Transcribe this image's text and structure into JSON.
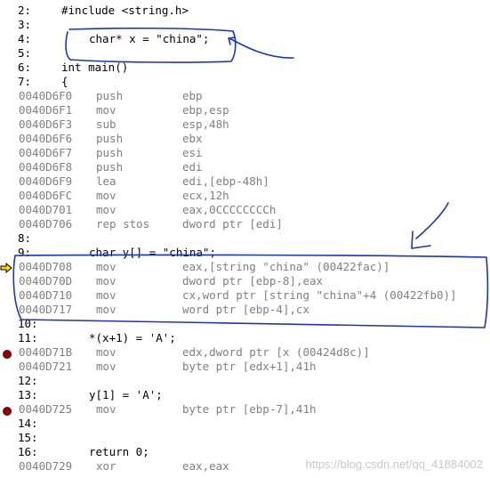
{
  "lines": [
    {
      "kind": "src",
      "num": "2:",
      "code": "#include <string.h>",
      "indent": 1
    },
    {
      "kind": "src",
      "num": "3:",
      "code": "",
      "indent": 1
    },
    {
      "kind": "src",
      "num": "4:",
      "code": "char* x = \"china\";",
      "indent": 2
    },
    {
      "kind": "src",
      "num": "5:",
      "code": "",
      "indent": 1
    },
    {
      "kind": "src",
      "num": "6:",
      "code": "int main()",
      "indent": 1
    },
    {
      "kind": "src",
      "num": "7:",
      "code": "{",
      "indent": 1
    },
    {
      "kind": "asm",
      "addr": "0040D6F0",
      "op": "push",
      "args": "ebp"
    },
    {
      "kind": "asm",
      "addr": "0040D6F1",
      "op": "mov",
      "args": "ebp,esp"
    },
    {
      "kind": "asm",
      "addr": "0040D6F3",
      "op": "sub",
      "args": "esp,48h"
    },
    {
      "kind": "asm",
      "addr": "0040D6F6",
      "op": "push",
      "args": "ebx"
    },
    {
      "kind": "asm",
      "addr": "0040D6F7",
      "op": "push",
      "args": "esi"
    },
    {
      "kind": "asm",
      "addr": "0040D6F8",
      "op": "push",
      "args": "edi"
    },
    {
      "kind": "asm",
      "addr": "0040D6F9",
      "op": "lea",
      "args": "edi,[ebp-48h]"
    },
    {
      "kind": "asm",
      "addr": "0040D6FC",
      "op": "mov",
      "args": "ecx,12h"
    },
    {
      "kind": "asm",
      "addr": "0040D701",
      "op": "mov",
      "args": "eax,0CCCCCCCCh"
    },
    {
      "kind": "asm",
      "addr": "0040D706",
      "op": "rep stos",
      "args": "dword ptr [edi]"
    },
    {
      "kind": "src",
      "num": "8:",
      "code": "",
      "indent": 1
    },
    {
      "kind": "src",
      "num": "9:",
      "code": "char y[] = \"china\";",
      "indent": 2
    },
    {
      "kind": "asm",
      "addr": "0040D708",
      "op": "mov",
      "args": "eax,[string \"china\" (00422fac)]",
      "marker": "current"
    },
    {
      "kind": "asm",
      "addr": "0040D70D",
      "op": "mov",
      "args": "dword ptr [ebp-8],eax"
    },
    {
      "kind": "asm",
      "addr": "0040D710",
      "op": "mov",
      "args": "cx,word ptr [string \"china\"+4 (00422fb0)]"
    },
    {
      "kind": "asm",
      "addr": "0040D717",
      "op": "mov",
      "args": "word ptr [ebp-4],cx"
    },
    {
      "kind": "src",
      "num": "10:",
      "code": "",
      "indent": 1
    },
    {
      "kind": "src",
      "num": "11:",
      "code": "*(x+1) = 'A';",
      "indent": 2
    },
    {
      "kind": "asm",
      "addr": "0040D71B",
      "op": "mov",
      "args": "edx,dword ptr [x (00424d8c)]",
      "marker": "breakpoint"
    },
    {
      "kind": "asm",
      "addr": "0040D721",
      "op": "mov",
      "args": "byte ptr [edx+1],41h"
    },
    {
      "kind": "src",
      "num": "12:",
      "code": "",
      "indent": 1
    },
    {
      "kind": "src",
      "num": "13:",
      "code": "y[1] = 'A';",
      "indent": 2
    },
    {
      "kind": "asm",
      "addr": "0040D725",
      "op": "mov",
      "args": "byte ptr [ebp-7],41h",
      "marker": "breakpoint"
    },
    {
      "kind": "src",
      "num": "14:",
      "code": "",
      "indent": 1
    },
    {
      "kind": "src",
      "num": "15:",
      "code": "",
      "indent": 1
    },
    {
      "kind": "src",
      "num": "16:",
      "code": "return 0;",
      "indent": 2
    },
    {
      "kind": "asm",
      "addr": "0040D729",
      "op": "xor",
      "args": "eax,eax"
    }
  ],
  "icons": {
    "current": "current-instruction-arrow-icon",
    "breakpoint": "breakpoint-icon"
  },
  "colors": {
    "asm_text": "#808080",
    "breakpoint": "#8b0000",
    "current_arrow": "#ffd800",
    "annotation_ink": "#1a33c8"
  },
  "watermark": "https://blog.csdn.net/qq_41884002"
}
